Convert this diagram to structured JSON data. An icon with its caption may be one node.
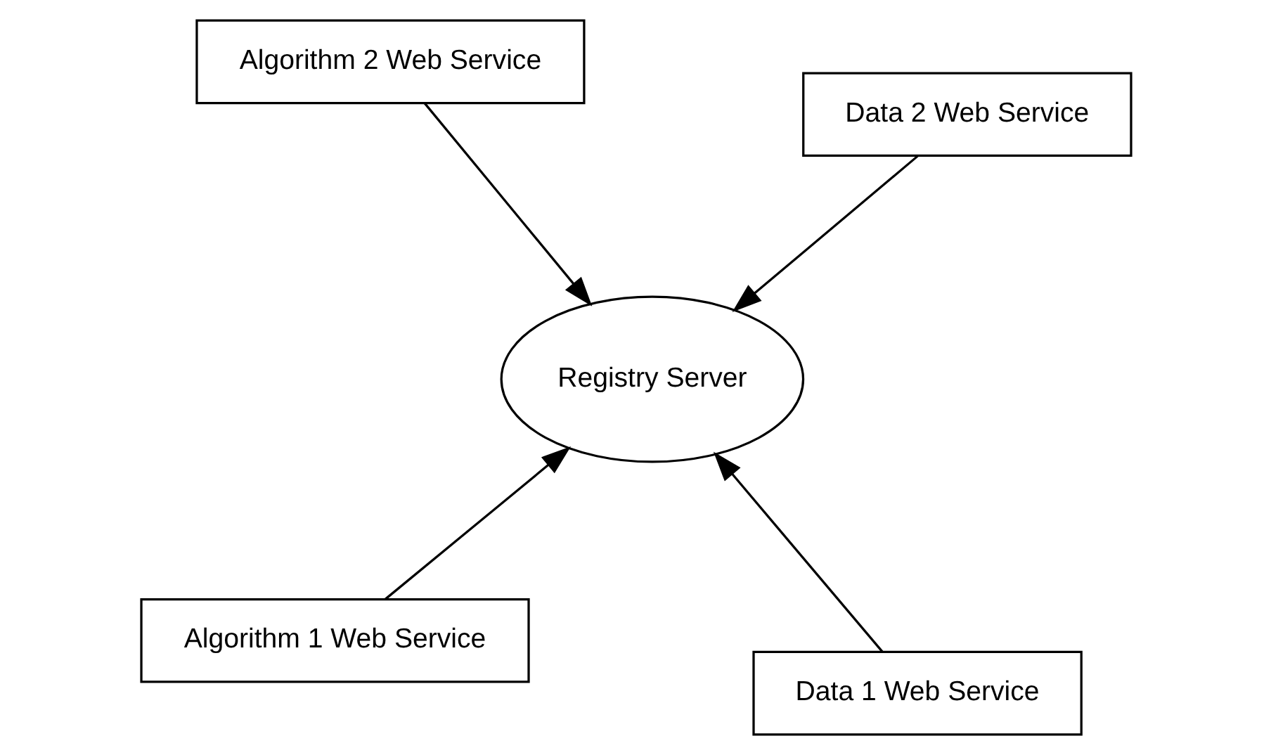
{
  "diagram": {
    "nodes": [
      {
        "text": [
          "Algorithm 1 Web Service"
        ]
      },
      {
        "text": [
          "Data 1 Web Service"
        ]
      },
      {
        "text": [
          "Registry Server"
        ]
      },
      {
        "text": [
          "Algorithm 2 Web Service"
        ]
      },
      {
        "text": [
          "Data 2 Web Service"
        ]
      }
    ],
    "edges": [
      {
        "from": 0,
        "to": 2,
        "arrow": "to"
      },
      {
        "from": 1,
        "to": 2,
        "arrow": "to"
      },
      {
        "from": 3,
        "to": 2,
        "arrow": "to"
      },
      {
        "from": 4,
        "to": 2,
        "arrow": "to"
      }
    ]
  }
}
